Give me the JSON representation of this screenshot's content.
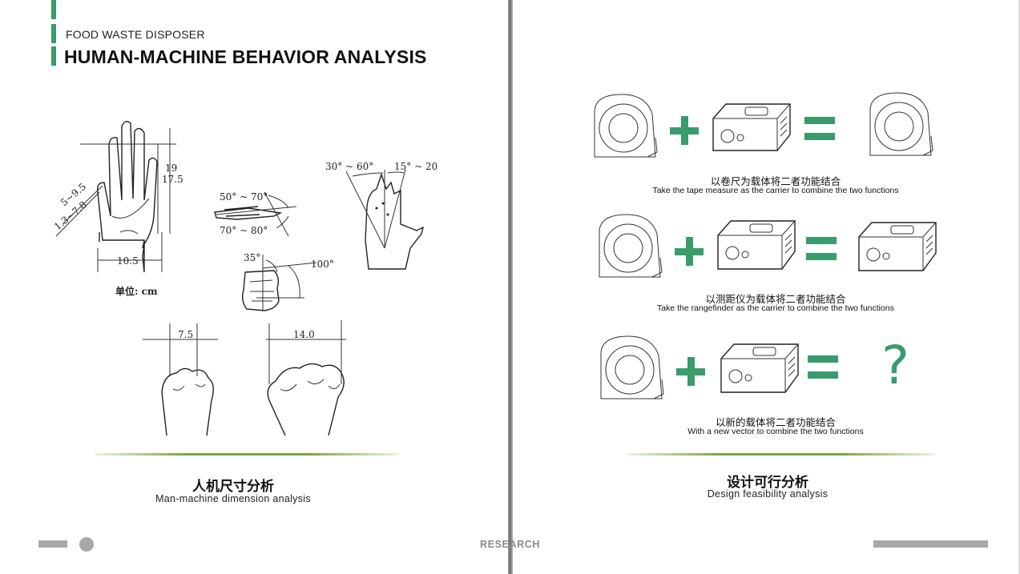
{
  "header": {
    "kicker": "FOOD WASTE DISPOSER",
    "title": "HUMAN-MACHINE BEHAVIOR ANALYSIS"
  },
  "hand_figure": {
    "dimensions": {
      "height_a": "19",
      "height_b": "17.5",
      "span_a": "5~9.5",
      "span_b": "1.3~7.8",
      "width": "10.5",
      "angle_a": "50° ~ 70°",
      "angle_b": "70° ~ 80°",
      "angle_c": "30° ~ 60°",
      "angle_d": "15° ~ 20",
      "angle_e": "35°",
      "angle_f": "100°",
      "grip_a": "7.5",
      "grip_b": "14.0"
    },
    "unit_label": "单位: cm"
  },
  "left_caption": {
    "cn": "人机尺寸分析",
    "en": "Man-machine dimension analysis"
  },
  "feasibility_rows": [
    {
      "cn": "以卷尺为载体将二者功能结合",
      "en": "Take the tape measure as the carrier to combine the two functions",
      "result": "tape-measure"
    },
    {
      "cn": "以测距仪为载体将二者功能结合",
      "en": "Take the rangefinder as the carrier to combine the two functions",
      "result": "rangefinder"
    },
    {
      "cn": "以新的载体将二者功能结合",
      "en": "With a new vector to combine the two functions",
      "result": "?"
    }
  ],
  "right_caption": {
    "cn": "设计可行分析",
    "en": "Design feasibility analysis"
  },
  "footer": {
    "label": "RESEARCH"
  },
  "colors": {
    "accent": "#3a9b6b",
    "divider": "#7aa840",
    "footer_gray": "#a8a8a8"
  }
}
